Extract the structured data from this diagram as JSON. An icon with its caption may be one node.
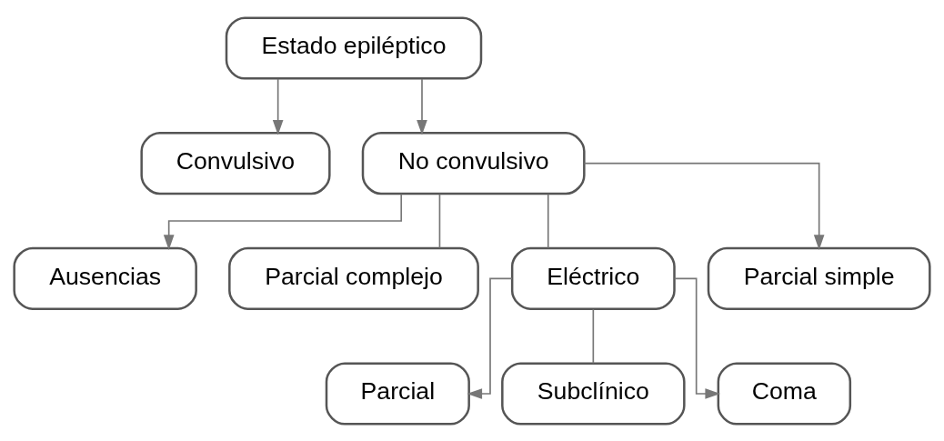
{
  "diagram": {
    "nodes": [
      {
        "text": [
          "Estado epiléptico"
        ]
      },
      {
        "text": [
          "Convulsivo"
        ]
      },
      {
        "text": [
          "No convulsivo"
        ]
      },
      {
        "text": [
          "Ausencias"
        ]
      },
      {
        "text": [
          "Parcial complejo"
        ]
      },
      {
        "text": [
          "Eléctrico"
        ]
      },
      {
        "text": [
          "Parcial simple"
        ]
      },
      {
        "text": [
          "Parcial"
        ]
      },
      {
        "text": [
          "Subclínico"
        ]
      },
      {
        "text": [
          "Coma"
        ]
      }
    ],
    "edges": [
      {
        "from": 0,
        "to": 1,
        "arrow": "to"
      },
      {
        "from": 0,
        "to": 2,
        "arrow": "to"
      },
      {
        "from": 2,
        "to": 3,
        "arrow": "to"
      },
      {
        "from": 2,
        "to": 4,
        "arrow": "none"
      },
      {
        "from": 2,
        "to": 5,
        "arrow": "none"
      },
      {
        "from": 2,
        "to": 6,
        "arrow": "to"
      },
      {
        "from": 5,
        "to": 7,
        "arrow": "to"
      },
      {
        "from": 5,
        "to": 8,
        "arrow": "none"
      },
      {
        "from": 5,
        "to": 9,
        "arrow": "to"
      }
    ]
  }
}
